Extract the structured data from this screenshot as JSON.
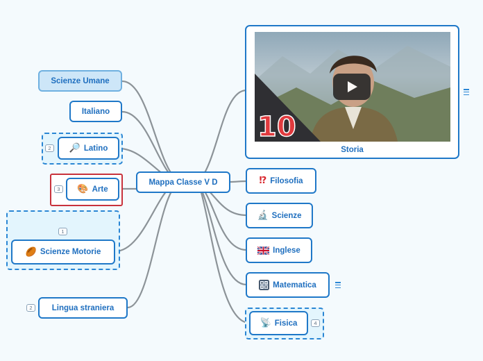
{
  "central": {
    "label": "Mappa Classe V D"
  },
  "left_topics": {
    "scienze_umane": {
      "label": "Scienze Umane"
    },
    "italiano": {
      "label": "Italiano"
    },
    "latino": {
      "label": "Latino",
      "icon": "magnifier-icon",
      "glyph": "🔎",
      "badge": "2"
    },
    "arte": {
      "label": "Arte",
      "icon": "palette-icon",
      "glyph": "🎨",
      "badge": "3"
    },
    "scienze_motorie": {
      "label": "Scienze Motorie",
      "icon": "football-icon",
      "glyph": "🏉",
      "badge": "1"
    },
    "lingua_straniera": {
      "label": "Lingua straniera",
      "badge": "2"
    }
  },
  "right_topics": {
    "storia": {
      "label": "Storia",
      "media": "video-thumbnail",
      "thumb_badge": "10"
    },
    "filosofia": {
      "label": "Filosofia",
      "icon": "exclamation-question-icon",
      "glyph": "⁉"
    },
    "scienze": {
      "label": "Scienze",
      "icon": "microscope-icon",
      "glyph": "🔬"
    },
    "inglese": {
      "label": "Inglese",
      "icon": "uk-flag-icon"
    },
    "matematica": {
      "label": "Matematica",
      "icon": "calculator-icon"
    },
    "fisica": {
      "label": "Fisica",
      "icon": "satellite-dish-icon",
      "glyph": "📡",
      "badge": "4"
    }
  },
  "colors": {
    "accent": "#1f78c8",
    "text": "#1f6fbf",
    "connector": "#8c9398",
    "highlight_fill": "#cde6f8",
    "group_fill": "#e3f5fd",
    "arte_border": "#c8323c"
  }
}
